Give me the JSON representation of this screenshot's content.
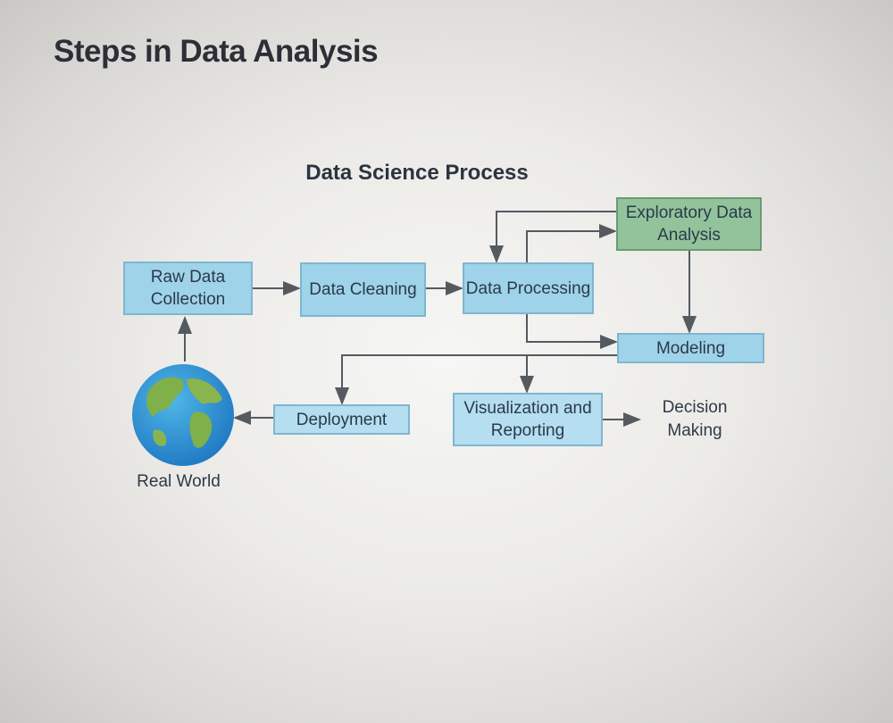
{
  "slide_title": "Steps in Data Analysis",
  "diagram": {
    "title": "Data Science Process",
    "nodes": {
      "raw_data_collection": "Raw Data Collection",
      "data_cleaning": "Data Cleaning",
      "data_processing": "Data Processing",
      "exploratory_data_analysis": "Exploratory Data Analysis",
      "modeling": "Modeling",
      "deployment": "Deployment",
      "visualization_reporting": "Visualization and Reporting",
      "decision_making": "Decision Making",
      "real_world": "Real World"
    },
    "colors": {
      "process_box": "#9fd3ea",
      "eda_box": "#92c39a",
      "arrow": "#555a60"
    }
  }
}
